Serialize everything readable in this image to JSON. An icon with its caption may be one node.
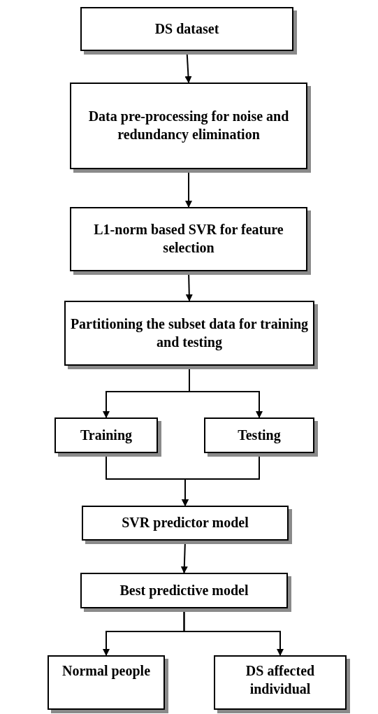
{
  "diagram": {
    "nodes": [
      {
        "text": [
          "DS dataset"
        ]
      },
      {
        "text": [
          "Data pre-processing for noise and redundancy elimination"
        ]
      },
      {
        "text": [
          "L1-norm based SVR for feature selection"
        ]
      },
      {
        "text": [
          "Partitioning the subset data for training and testing"
        ]
      },
      {
        "text": [
          "Training"
        ]
      },
      {
        "text": [
          "Testing"
        ]
      },
      {
        "text": [
          "SVR predictor model"
        ]
      },
      {
        "text": [
          "Best predictive model"
        ]
      },
      {
        "text": [
          "Normal people"
        ]
      },
      {
        "text": [
          "DS affected individual"
        ]
      }
    ],
    "edges": [
      {
        "from": 0,
        "to": 1,
        "arrow": "to"
      },
      {
        "from": 1,
        "to": 2,
        "arrow": "to"
      },
      {
        "from": 2,
        "to": 3,
        "arrow": "to"
      },
      {
        "from": 3,
        "to": 4,
        "arrow": "to"
      },
      {
        "from": 3,
        "to": 5,
        "arrow": "to"
      },
      {
        "from": 4,
        "to": 6,
        "arrow": "to"
      },
      {
        "from": 5,
        "to": 6,
        "arrow": "to"
      },
      {
        "from": 6,
        "to": 7,
        "arrow": "to"
      },
      {
        "from": 7,
        "to": 8,
        "arrow": "to"
      },
      {
        "from": 7,
        "to": 9,
        "arrow": "to"
      }
    ]
  }
}
